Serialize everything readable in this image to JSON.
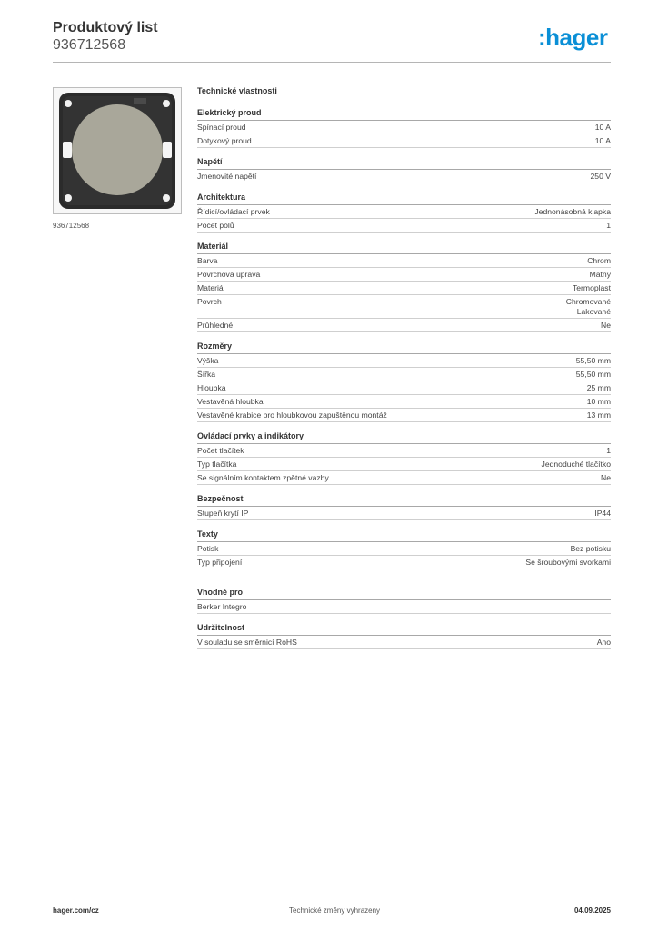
{
  "header": {
    "title": "Produktový list",
    "subtitle": "936712568",
    "logo_text": ":hager",
    "logo_color": "#0a8fd6"
  },
  "product": {
    "image_caption": "936712568"
  },
  "specs": {
    "heading": "Technické vlastnosti",
    "groups": [
      {
        "title": "Elektrický proud",
        "rows": [
          {
            "label": "Spínací proud",
            "value": [
              "10 A"
            ]
          },
          {
            "label": "Dotykový proud",
            "value": [
              "10 A"
            ]
          }
        ]
      },
      {
        "title": "Napětí",
        "rows": [
          {
            "label": "Jmenovité napětí",
            "value": [
              "250 V"
            ]
          }
        ]
      },
      {
        "title": "Architektura",
        "rows": [
          {
            "label": "Řídicí/ovládací prvek",
            "value": [
              "Jednonásobná klapka"
            ]
          },
          {
            "label": "Počet pólů",
            "value": [
              "1"
            ]
          }
        ]
      },
      {
        "title": "Materiál",
        "rows": [
          {
            "label": "Barva",
            "value": [
              "Chrom"
            ]
          },
          {
            "label": "Povrchová úprava",
            "value": [
              "Matný"
            ]
          },
          {
            "label": "Materiál",
            "value": [
              "Termoplast"
            ]
          },
          {
            "label": "Povrch",
            "value": [
              "Chromované",
              "Lakované"
            ]
          },
          {
            "label": "Průhledné",
            "value": [
              "Ne"
            ]
          }
        ]
      },
      {
        "title": "Rozměry",
        "rows": [
          {
            "label": "Výška",
            "value": [
              "55,50 mm"
            ]
          },
          {
            "label": "Šířka",
            "value": [
              "55,50 mm"
            ]
          },
          {
            "label": "Hloubka",
            "value": [
              "25 mm"
            ]
          },
          {
            "label": "Vestavěná hloubka",
            "value": [
              "10 mm"
            ]
          },
          {
            "label": "Vestavěné krabice pro hloubkovou zapuštěnou montáž",
            "value": [
              "13 mm"
            ]
          }
        ]
      },
      {
        "title": "Ovládací prvky a indikátory",
        "rows": [
          {
            "label": "Počet tlačítek",
            "value": [
              "1"
            ]
          },
          {
            "label": "Typ tlačítka",
            "value": [
              "Jednoduché tlačítko"
            ]
          },
          {
            "label": "Se signálním kontaktem zpětné vazby",
            "value": [
              "Ne"
            ]
          }
        ]
      },
      {
        "title": "Bezpečnost",
        "rows": [
          {
            "label": "Stupeň krytí IP",
            "value": [
              "IP44"
            ]
          }
        ]
      },
      {
        "title": "Texty",
        "rows": [
          {
            "label": "Potisk",
            "value": [
              "Bez potisku"
            ]
          },
          {
            "label": "Typ připojení",
            "value": [
              "Se šroubovými svorkami"
            ]
          }
        ]
      },
      {
        "title": "Vhodné pro",
        "spaced": true,
        "rows": [
          {
            "label": "Berker Integro",
            "value": [
              ""
            ]
          }
        ]
      },
      {
        "title": "Udržitelnost",
        "rows": [
          {
            "label": "V souladu se směrnicí RoHS",
            "value": [
              "Ano"
            ]
          }
        ]
      }
    ]
  },
  "footer": {
    "website": "hager.com/cz",
    "note": "Technické změny vyhrazeny",
    "date": "04.09.2025"
  }
}
